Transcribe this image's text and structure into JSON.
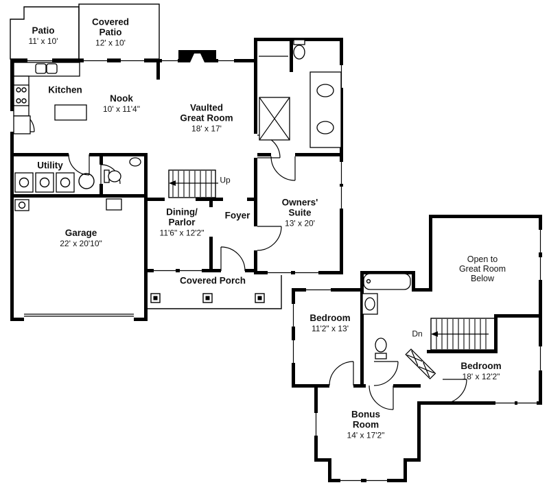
{
  "plan": {
    "main_floor": {
      "patio": {
        "name": "Patio",
        "dims": "11' x 10'"
      },
      "covered_patio": {
        "name": "Covered\nPatio",
        "dims": "12' x 10'"
      },
      "kitchen": {
        "name": "Kitchen"
      },
      "nook": {
        "name": "Nook",
        "dims": "10' x 11'4\""
      },
      "great_room": {
        "name": "Vaulted\nGreat Room",
        "dims": "18' x 17'"
      },
      "utility": {
        "name": "Utility"
      },
      "garage": {
        "name": "Garage",
        "dims": "22' x 20'10\""
      },
      "dining": {
        "name": "Dining/\nParlor",
        "dims": "11'6\" x 12'2\""
      },
      "foyer": {
        "name": "Foyer"
      },
      "owners_suite": {
        "name": "Owners'\nSuite",
        "dims": "13' x 20'"
      },
      "covered_porch": {
        "name": "Covered Porch"
      },
      "stairs": {
        "label": "Up"
      }
    },
    "upper_floor": {
      "open_below": {
        "name": "Open to\nGreat Room\nBelow"
      },
      "bedroom_1": {
        "name": "Bedroom",
        "dims": "11'2\" x 13'"
      },
      "bedroom_2": {
        "name": "Bedroom",
        "dims": "18' x 12'2\""
      },
      "bonus_room": {
        "name": "Bonus\nRoom",
        "dims": "14' x 17'2\""
      },
      "stairs": {
        "label": "Dn"
      }
    }
  },
  "colors": {
    "wall": "#000000",
    "background": "#ffffff",
    "text": "#111111"
  }
}
